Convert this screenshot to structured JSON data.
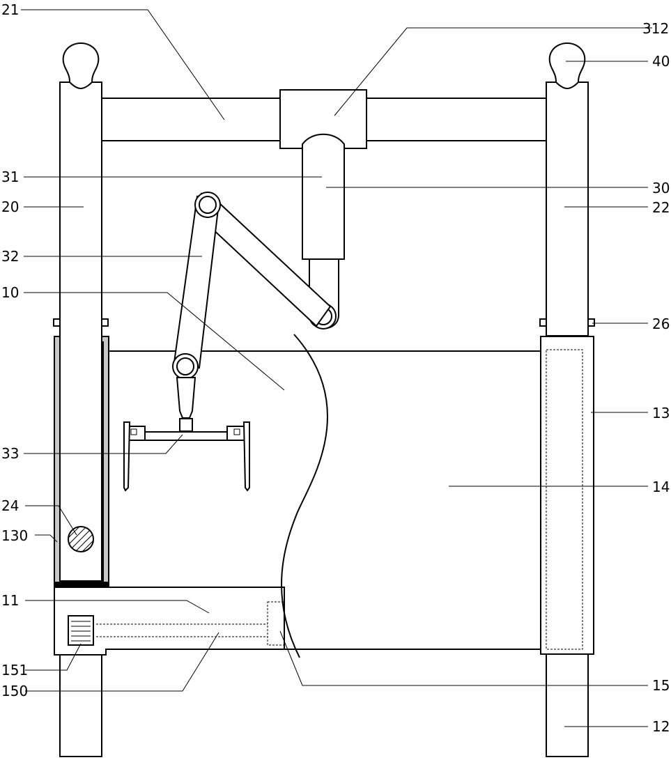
{
  "labels": {
    "l21": "21",
    "l312": "312",
    "l40": "40",
    "l31": "31",
    "l30": "30",
    "l20": "20",
    "l22": "22",
    "l32": "32",
    "l10": "10",
    "l26": "26",
    "l13": "13",
    "l33": "33",
    "l14": "14",
    "l24": "24",
    "l130": "130",
    "l11": "11",
    "l151": "151",
    "l150": "150",
    "l15": "15",
    "l12": "12"
  }
}
